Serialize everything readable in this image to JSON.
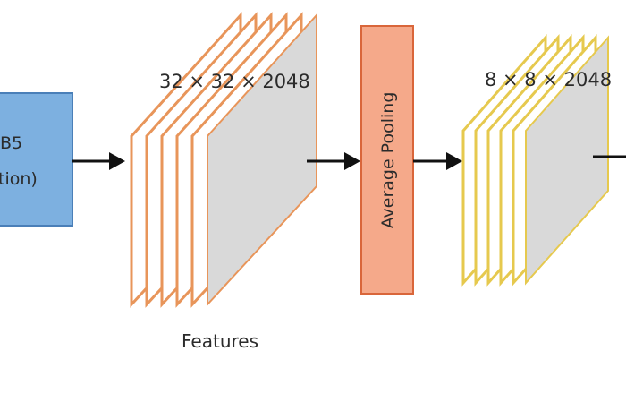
{
  "diagram": {
    "input_block": {
      "line1": "B5",
      "line2": "tion)",
      "fill": "#7db0e0",
      "stroke": "#4a7fb8"
    },
    "features_stack": {
      "dims": "32 × 32 × 2048",
      "caption": "Features",
      "layer_count": 6,
      "face_color": "#d9d9d9",
      "edge_color": "#e8955a"
    },
    "pooling_block": {
      "label": "Average Pooling",
      "fill": "#f5a98a",
      "stroke": "#d9663a"
    },
    "pooled_stack": {
      "dims": "8 × 8 × 2048",
      "layer_count": 6,
      "face_color": "#d9d9d9",
      "edge_color": "#e6c94e"
    },
    "arrow_color": "#111111"
  }
}
